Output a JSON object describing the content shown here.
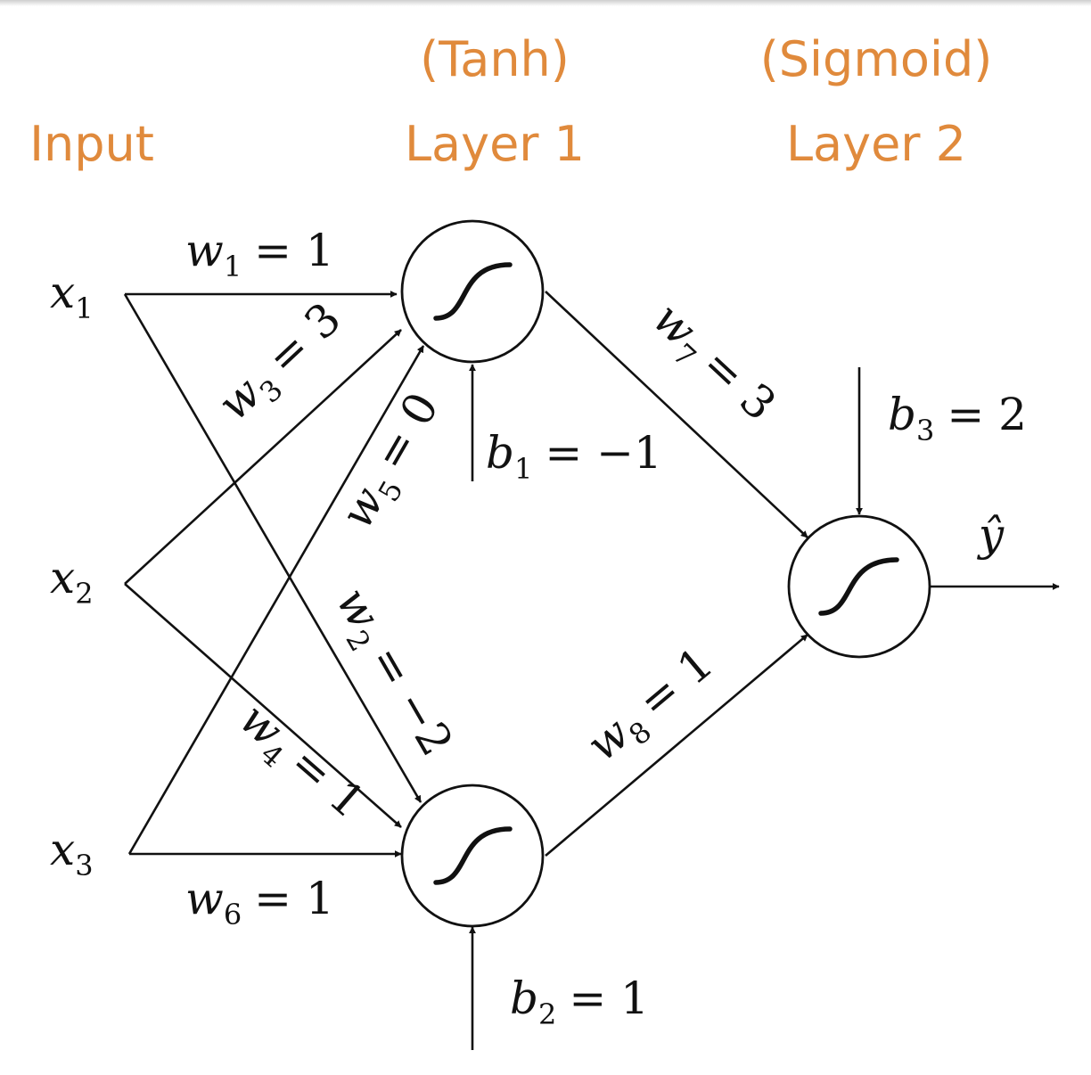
{
  "headers": {
    "input": "Input",
    "layer1_activation": "(Tanh)",
    "layer1": "Layer 1",
    "layer2_activation": "(Sigmoid)",
    "layer2": "Layer 2"
  },
  "inputs": [
    {
      "var": "x",
      "sub": "1"
    },
    {
      "var": "x",
      "sub": "2"
    },
    {
      "var": "x",
      "sub": "3"
    }
  ],
  "weights": {
    "w1": {
      "var": "w",
      "sub": "1",
      "value": "= 1"
    },
    "w2": {
      "var": "w",
      "sub": "2",
      "value": "= −2"
    },
    "w3": {
      "var": "w",
      "sub": "3",
      "value": "= 3"
    },
    "w4": {
      "var": "w",
      "sub": "4",
      "value": "= 1"
    },
    "w5": {
      "var": "w",
      "sub": "5",
      "value": "= 0"
    },
    "w6": {
      "var": "w",
      "sub": "6",
      "value": "= 1"
    },
    "w7": {
      "var": "w",
      "sub": "7",
      "value": "= 3"
    },
    "w8": {
      "var": "w",
      "sub": "8",
      "value": "= 1"
    }
  },
  "biases": {
    "b1": {
      "var": "b",
      "sub": "1",
      "value": "= −1"
    },
    "b2": {
      "var": "b",
      "sub": "2",
      "value": "= 1"
    },
    "b3": {
      "var": "b",
      "sub": "3",
      "value": "= 2"
    }
  },
  "output": {
    "label": "ŷ"
  },
  "colors": {
    "header": "#e08a3c",
    "ink": "#111111"
  }
}
